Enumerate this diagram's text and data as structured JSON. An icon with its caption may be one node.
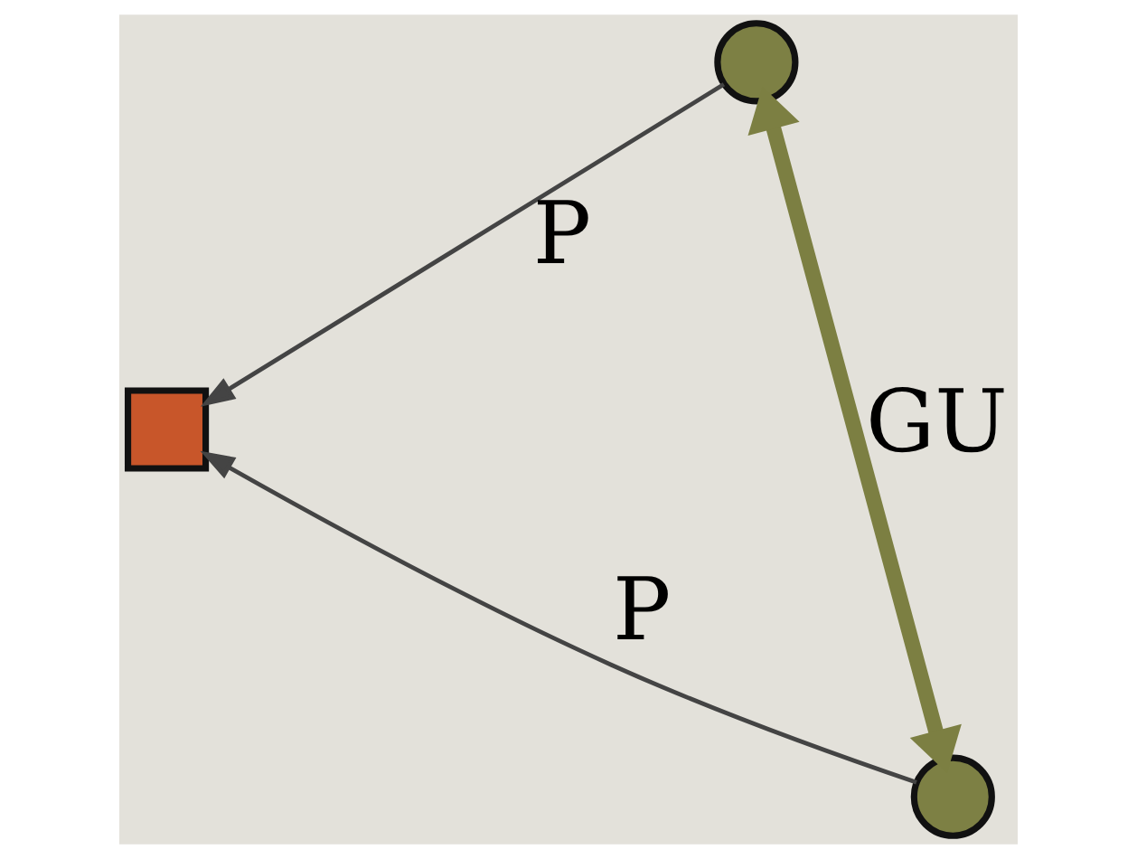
{
  "diagram": {
    "nodes": [
      {
        "text": [],
        "shape": "circle"
      },
      {
        "text": [],
        "shape": "box"
      },
      {
        "text": [],
        "shape": "circle"
      }
    ],
    "edges": [
      {
        "from": 0,
        "to": 2,
        "arrow": "both",
        "label": "GU",
        "style": "thick",
        "color": "#7c7f42"
      },
      {
        "from": 0,
        "to": 1,
        "arrow": "to",
        "label": "P"
      },
      {
        "from": 2,
        "to": 1,
        "arrow": "to",
        "label": "P"
      }
    ]
  }
}
